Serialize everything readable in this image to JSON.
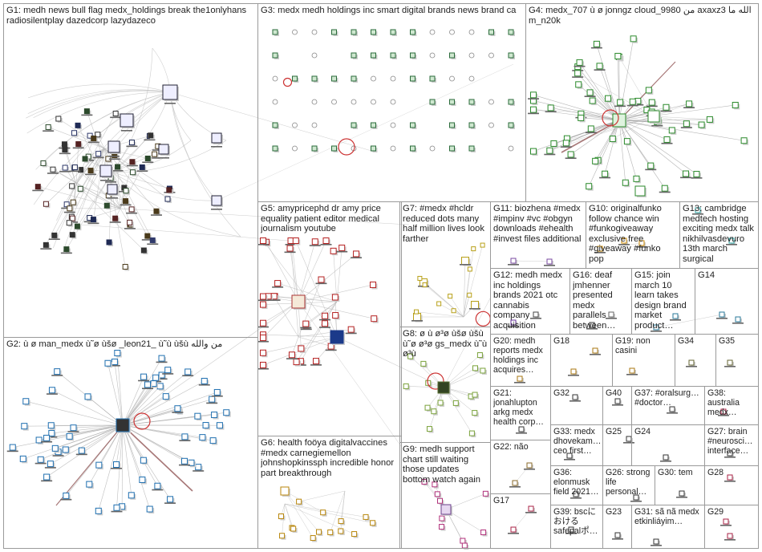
{
  "accent": {
    "edge": "#b9b9b9",
    "edge_dark": "#8a4a4a",
    "loop": "#cc3333",
    "border": "#9a9a9a"
  },
  "groups": [
    {
      "id": "G1",
      "label": "G1: medh news bull flag medx_holdings break the1onlyhans radiosilentplay dazedcorp lazydazeco"
    },
    {
      "id": "G3",
      "label": "G3: medx medh holdings inc smart digital brands news brand ca"
    },
    {
      "id": "G4",
      "label": "G4: medx_707 ù ø jonngz cloud_9980 من axaxz3 الله ما m_n20k"
    },
    {
      "id": "G5",
      "label": "G5: amypricephd dr amy price equality patient editor medical journalism youtube"
    },
    {
      "id": "G7",
      "label": "G7: #medx #hcldr reduced dots many half million lives look farther"
    },
    {
      "id": "G11",
      "label": "G11: biozhena #medx #impinv #vc #obgyn downloads #ehealth #invest files additional"
    },
    {
      "id": "G10",
      "label": "G10: originalfunko follow chance win #funkogiveaway exclusive free #giveaway #funko pop"
    },
    {
      "id": "G13",
      "label": "G13: cambridge medtech hosting exciting medx talk nikhilvasdevuro 13th march surgical"
    },
    {
      "id": "G12",
      "label": "G12: medh medx inc holdings brands 2021 otc cannabis company acquisition"
    },
    {
      "id": "G16",
      "label": "G16: deaf jmhenner presented medx parallels between…"
    },
    {
      "id": "G15",
      "label": "G15: join march 10 learn takes design brand market product…"
    },
    {
      "id": "G14",
      "label": "G14"
    },
    {
      "id": "G2",
      "label": "G2: ù ø man_medx ù˜ø ùšø _leon21_ ù˜ù ùšù من والله"
    },
    {
      "id": "G8",
      "label": "G8: ø ù ø³ø ùšø ùšù ù˜ø ø³ø gs_medx ù˜ù ø³ù"
    },
    {
      "id": "G20",
      "label": "G20: medh reports medx holdings inc acquires…"
    },
    {
      "id": "G18",
      "label": "G18"
    },
    {
      "id": "G19",
      "label": "G19: non casini"
    },
    {
      "id": "G34",
      "label": "G34"
    },
    {
      "id": "G35",
      "label": "G35"
    },
    {
      "id": "G6",
      "label": "G6: health foöya digitalvaccines #medx carnegiemellon johnshopkinssph incredible honor part breakthrough"
    },
    {
      "id": "G21",
      "label": "G21: jonahlupton arkg medx health corp…"
    },
    {
      "id": "G32",
      "label": "G32"
    },
    {
      "id": "G40",
      "label": "G40"
    },
    {
      "id": "G37",
      "label": "G37: #oralsurg… #doctor…"
    },
    {
      "id": "G38",
      "label": "G38: australia medx…"
    },
    {
      "id": "G9",
      "label": "G9: medh support chart still waiting those updates bottom watch again"
    },
    {
      "id": "G22",
      "label": "G22: não"
    },
    {
      "id": "G33",
      "label": "G33: medx dhovekam… ceo first…"
    },
    {
      "id": "G25",
      "label": "G25"
    },
    {
      "id": "G24",
      "label": "G24"
    },
    {
      "id": "G27",
      "label": "G27: brain #neurosci… interface…"
    },
    {
      "id": "G17",
      "label": "G17"
    },
    {
      "id": "G36",
      "label": "G36: elonmusk field 2021…"
    },
    {
      "id": "G26",
      "label": "G26: strong life personal…"
    },
    {
      "id": "G30",
      "label": "G30: tem"
    },
    {
      "id": "G28",
      "label": "G28"
    },
    {
      "id": "G39",
      "label": "G39: bscにおける safepalポ…"
    },
    {
      "id": "G23",
      "label": "G23"
    },
    {
      "id": "G31",
      "label": "G31: sã nã medx etkinliáyim…"
    },
    {
      "id": "G29",
      "label": "G29"
    }
  ]
}
